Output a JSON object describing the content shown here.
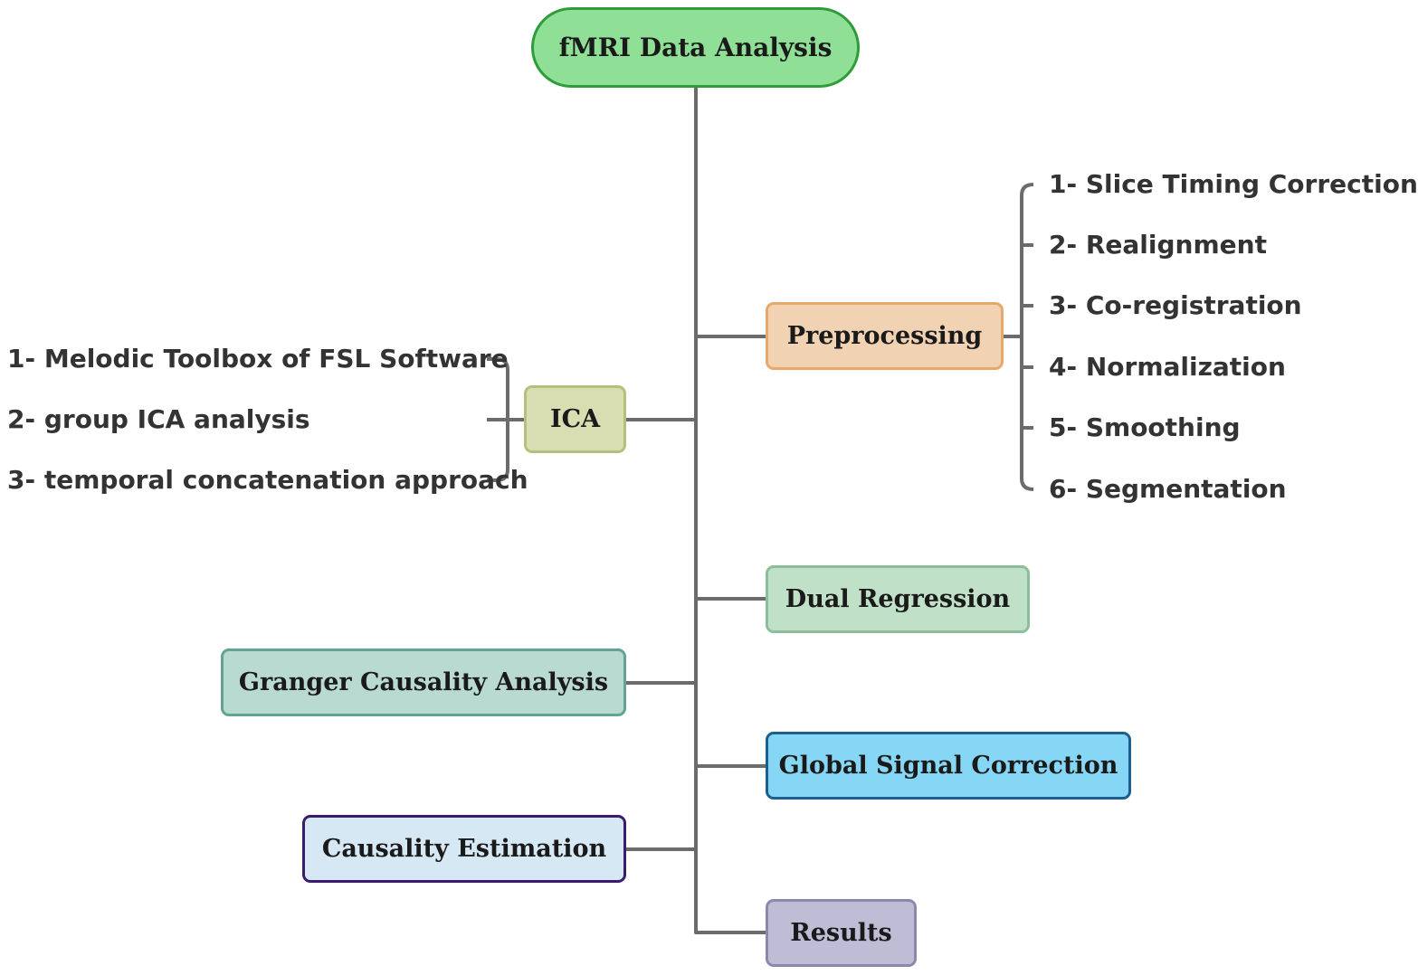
{
  "root": {
    "label": "fMRI Data Analysis"
  },
  "preprocessing": {
    "label": "Preprocessing",
    "steps": [
      "1- Slice Timing Correction",
      "2- Realignment",
      "3- Co-registration",
      "4- Normalization",
      "5- Smoothing",
      "6- Segmentation"
    ]
  },
  "ica": {
    "label": "ICA",
    "items": [
      "1- Melodic Toolbox of FSL Software",
      "2- group ICA analysis",
      "3- temporal concatenation approach"
    ]
  },
  "dual_regression": {
    "label": "Dual Regression"
  },
  "granger": {
    "label": "Granger Causality Analysis"
  },
  "global_signal": {
    "label": "Global Signal Correction"
  },
  "causality_estimation": {
    "label": "Causality Estimation"
  },
  "results": {
    "label": "Results"
  },
  "colors": {
    "connector": "#6b6b6b",
    "root_fill": "#8fdf97",
    "preprocessing_fill": "#f1d3b4",
    "ica_fill": "#d9deb2",
    "dual_regression_fill": "#c1e0c8",
    "granger_fill": "#b8dad0",
    "global_signal_fill": "#86d6f5",
    "causality_estimation_fill": "#d6e8f3",
    "results_fill": "#bfbdd5"
  }
}
